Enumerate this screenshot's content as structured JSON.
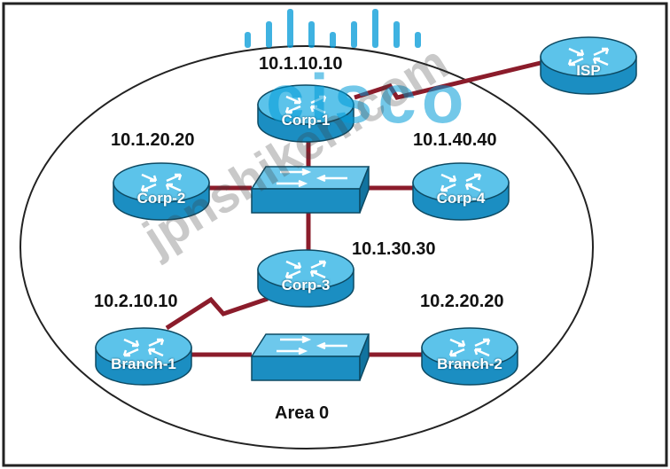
{
  "routers": [
    {
      "name": "ISP",
      "label": "ISP",
      "ip": ""
    },
    {
      "name": "Corp-1",
      "label": "Corp-1",
      "ip": "10.1.10.10"
    },
    {
      "name": "Corp-2",
      "label": "Corp-2",
      "ip": "10.1.20.20"
    },
    {
      "name": "Corp-4",
      "label": "Corp-4",
      "ip": "10.1.40.40"
    },
    {
      "name": "Corp-3",
      "label": "Corp-3",
      "ip": "10.1.30.30"
    },
    {
      "name": "Branch-1",
      "label": "Branch-1",
      "ip": "10.2.10.10"
    },
    {
      "name": "Branch-2",
      "label": "Branch-2",
      "ip": "10.2.20.20"
    }
  ],
  "area_label": "Area 0",
  "watermark": {
    "brand": "cisco",
    "site": "jpnshiken.com"
  },
  "colors": {
    "router_body": "#1b8ec2",
    "router_top": "#5cc3ea",
    "switch_body": "#1b8ec2",
    "link": "#8b1c2b",
    "border": "#222222",
    "cisco_logo": "#0099d8"
  }
}
